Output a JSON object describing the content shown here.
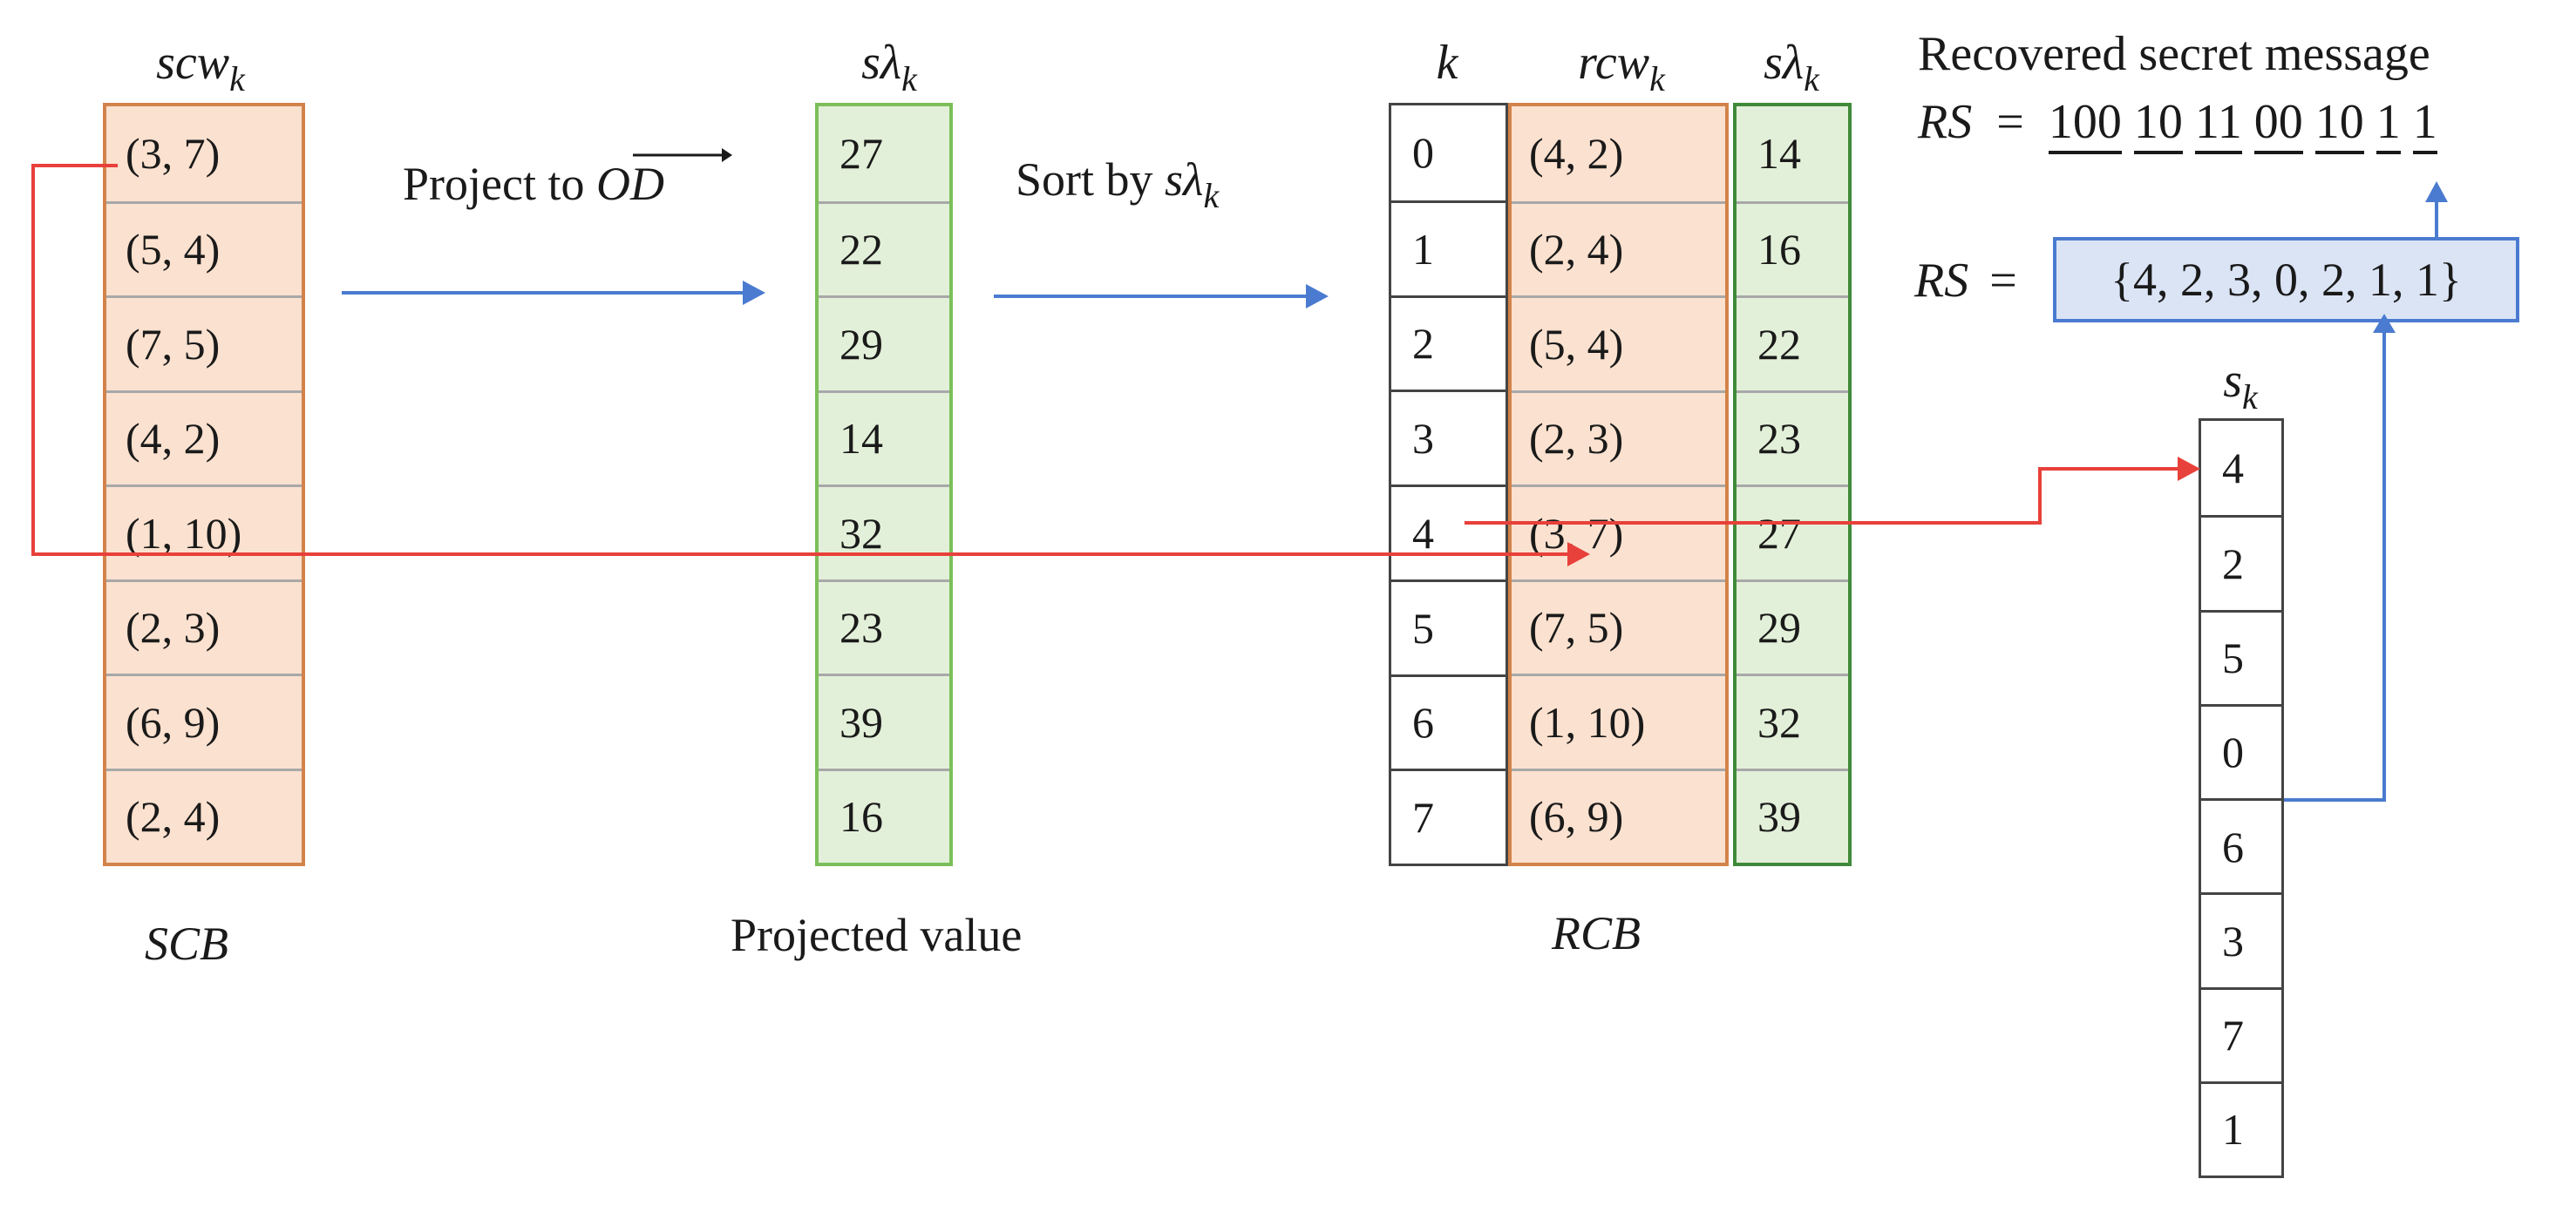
{
  "scb": {
    "header_main": "scw",
    "header_sub": "k",
    "cells": [
      "(3, 7)",
      "(5, 4)",
      "(7, 5)",
      "(4, 2)",
      "(1, 10)",
      "(2, 3)",
      "(6, 9)",
      "(2, 4)"
    ],
    "label": "SCB"
  },
  "projected": {
    "header_main": "sλ",
    "header_sub": "k",
    "cells": [
      "27",
      "22",
      "29",
      "14",
      "32",
      "23",
      "39",
      "16"
    ],
    "label": "Projected value"
  },
  "arrow1": {
    "text": "Project to ",
    "vector": "OD"
  },
  "arrow2": {
    "text": "Sort by ",
    "var_main": "sλ",
    "var_sub": "k"
  },
  "rcb": {
    "k_header": "k",
    "rcw_header_main": "rcw",
    "rcw_header_sub": "k",
    "sl_header_main": "sλ",
    "sl_header_sub": "k",
    "k_cells": [
      "0",
      "1",
      "2",
      "3",
      "4",
      "5",
      "6",
      "7"
    ],
    "rcw_cells": [
      "(4, 2)",
      "(2, 4)",
      "(5, 4)",
      "(2, 3)",
      "(3, 7)",
      "(7, 5)",
      "(1, 10)",
      "(6, 9)"
    ],
    "sl_cells": [
      "14",
      "16",
      "22",
      "23",
      "27",
      "29",
      "32",
      "39"
    ],
    "label": "RCB"
  },
  "recovered": {
    "title": "Recovered secret message",
    "rs_label": "RS",
    "equals": "=",
    "bits": [
      "100",
      "10",
      "11",
      "00",
      "10",
      "1",
      "1"
    ],
    "set_text": "{4, 2, 3, 0, 2, 1, 1}"
  },
  "sk": {
    "header_main": "s",
    "header_sub": "k",
    "cells": [
      "4",
      "2",
      "5",
      "0",
      "6",
      "3",
      "7",
      "1"
    ]
  },
  "colors": {
    "orange_fill": "#fbe1cf",
    "orange_border": "#d2834a",
    "green_fill": "#e3f0d9",
    "green_border": "#7bbf5a",
    "red_arrow": "#e8403a",
    "blue_arrow": "#4b7bd0",
    "blue_box_fill": "#dbe4f5"
  }
}
